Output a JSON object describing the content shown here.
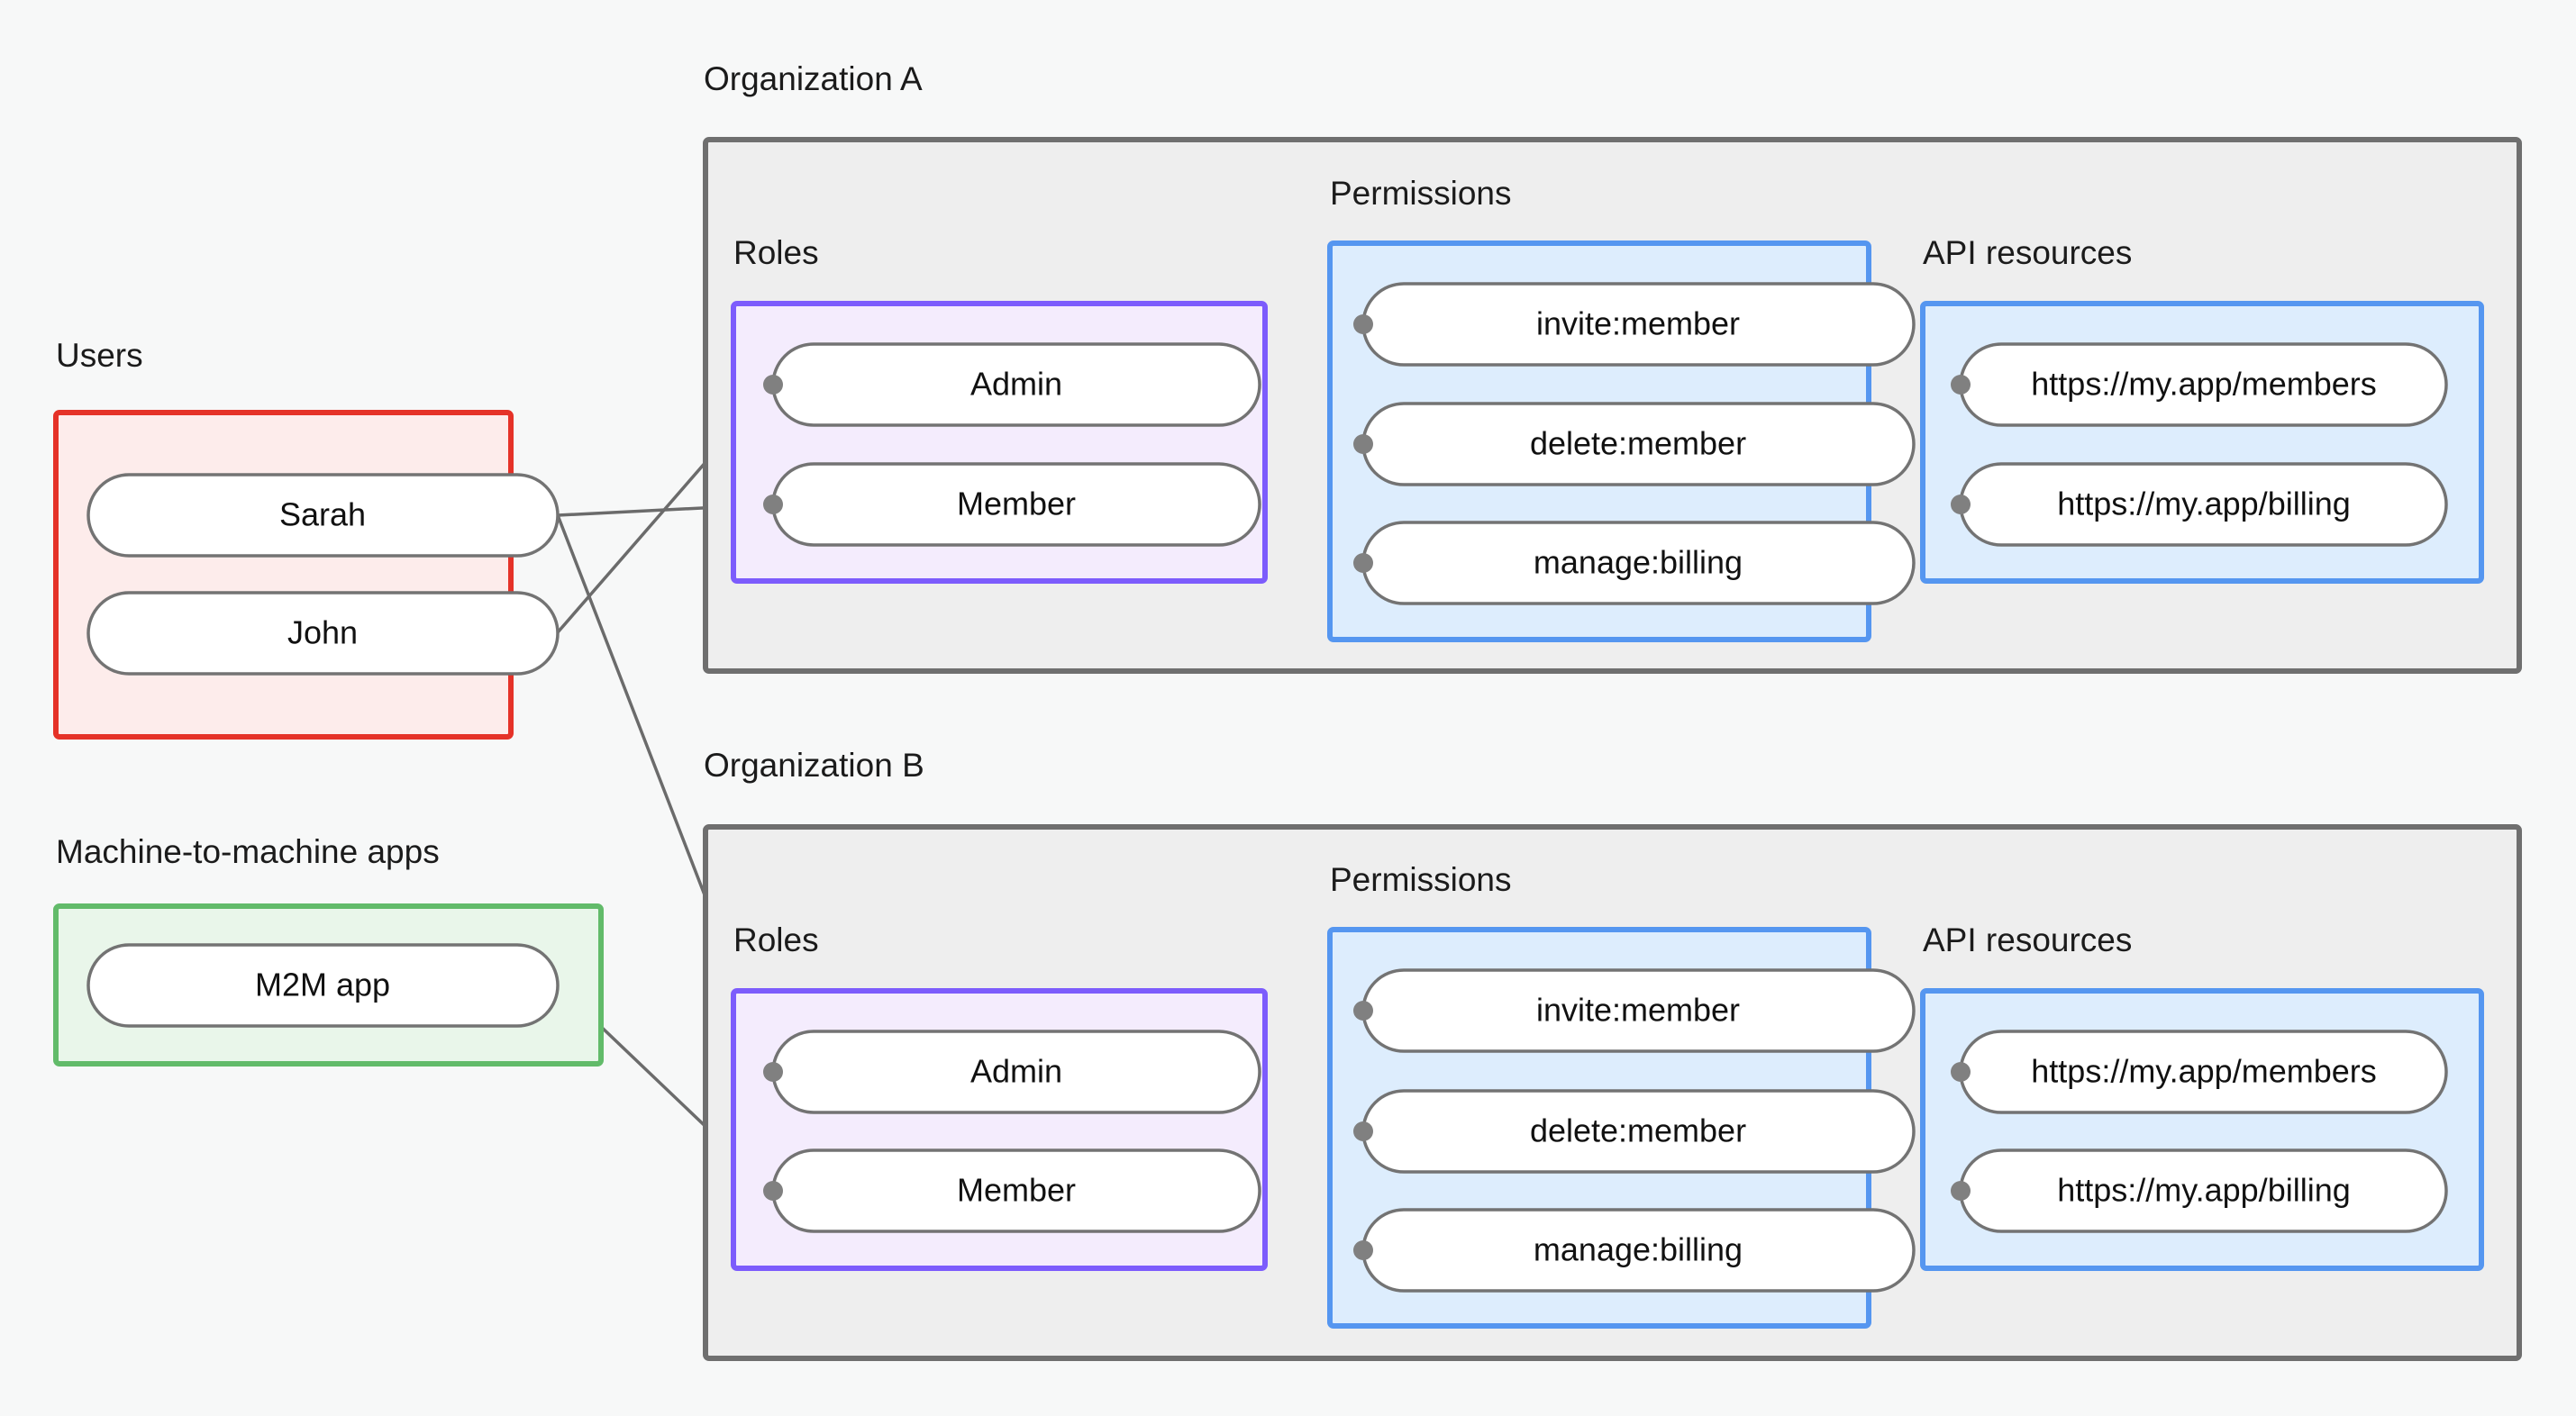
{
  "diagram": {
    "title_groups": {
      "users": "Users",
      "m2m": "Machine-to-machine apps",
      "org_a": "Organization A",
      "org_b": "Organization B"
    },
    "subgroup_labels": {
      "roles": "Roles",
      "permissions": "Permissions",
      "api_resources": "API resources"
    },
    "users": {
      "label": "Users",
      "items": [
        {
          "label": "Sarah"
        },
        {
          "label": "John"
        }
      ]
    },
    "m2m_apps": {
      "label": "Machine-to-machine apps",
      "items": [
        {
          "label": "M2M app"
        }
      ]
    },
    "organizations": [
      {
        "label": "Organization A",
        "roles_label": "Roles",
        "permissions_label": "Permissions",
        "api_resources_label": "API resources",
        "roles": [
          {
            "label": "Admin"
          },
          {
            "label": "Member"
          }
        ],
        "permissions": [
          {
            "label": "invite:member"
          },
          {
            "label": "delete:member"
          },
          {
            "label": "manage:billing"
          }
        ],
        "api_resources": [
          {
            "label": "https://my.app/members"
          },
          {
            "label": "https://my.app/billing"
          }
        ]
      },
      {
        "label": "Organization B",
        "roles_label": "Roles",
        "permissions_label": "Permissions",
        "api_resources_label": "API resources",
        "roles": [
          {
            "label": "Admin"
          },
          {
            "label": "Member"
          }
        ],
        "permissions": [
          {
            "label": "invite:member"
          },
          {
            "label": "delete:member"
          },
          {
            "label": "manage:billing"
          }
        ],
        "api_resources": [
          {
            "label": "https://my.app/members"
          },
          {
            "label": "https://my.app/billing"
          }
        ]
      }
    ],
    "colors": {
      "page_background": "#f7f8f8",
      "users_border": "#e53228",
      "users_fill": "#fdeceb",
      "m2m_border": "#62bb6a",
      "m2m_fill": "#e9f6ea",
      "roles_border": "#7c5cfc",
      "roles_fill": "#f4ecfd",
      "blue_border": "#5596f0",
      "blue_fill": "#ddedfd",
      "org_border": "#6f6f6f",
      "org_fill": "#eeeeee",
      "node_border": "#737373",
      "node_fill": "#ffffff",
      "edge": "#6b6b6b",
      "text": "#111111"
    }
  }
}
